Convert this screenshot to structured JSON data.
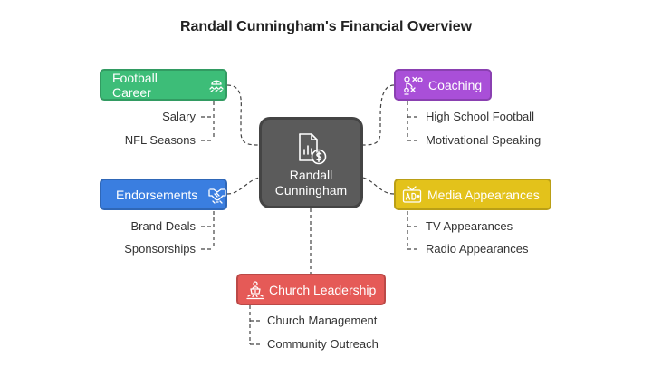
{
  "title": "Randall Cunningham's Financial Overview",
  "center": {
    "label_line1": "Randall",
    "label_line2": "Cunningham",
    "icon": "financial-document-icon"
  },
  "branches": {
    "football_career": {
      "label": "Football Career",
      "icon": "football-team-icon",
      "color": "#3dbd78",
      "items": [
        "Salary",
        "NFL Seasons"
      ]
    },
    "coaching": {
      "label": "Coaching",
      "icon": "strategy-playbook-icon",
      "color": "#a94fd8",
      "items": [
        "High School Football",
        "Motivational Speaking"
      ]
    },
    "endorsements": {
      "label": "Endorsements",
      "icon": "handshake-icon",
      "color": "#3a7ee0",
      "items": [
        "Brand Deals",
        "Sponsorships"
      ]
    },
    "media_appearances": {
      "label": "Media Appearances",
      "icon": "tv-ad-icon",
      "color": "#e3c21b",
      "items": [
        "TV Appearances",
        "Radio Appearances"
      ]
    },
    "church_leadership": {
      "label": "Church Leadership",
      "icon": "speaker-podium-icon",
      "color": "#e55a57",
      "items": [
        "Church Management",
        "Community Outreach"
      ]
    }
  }
}
